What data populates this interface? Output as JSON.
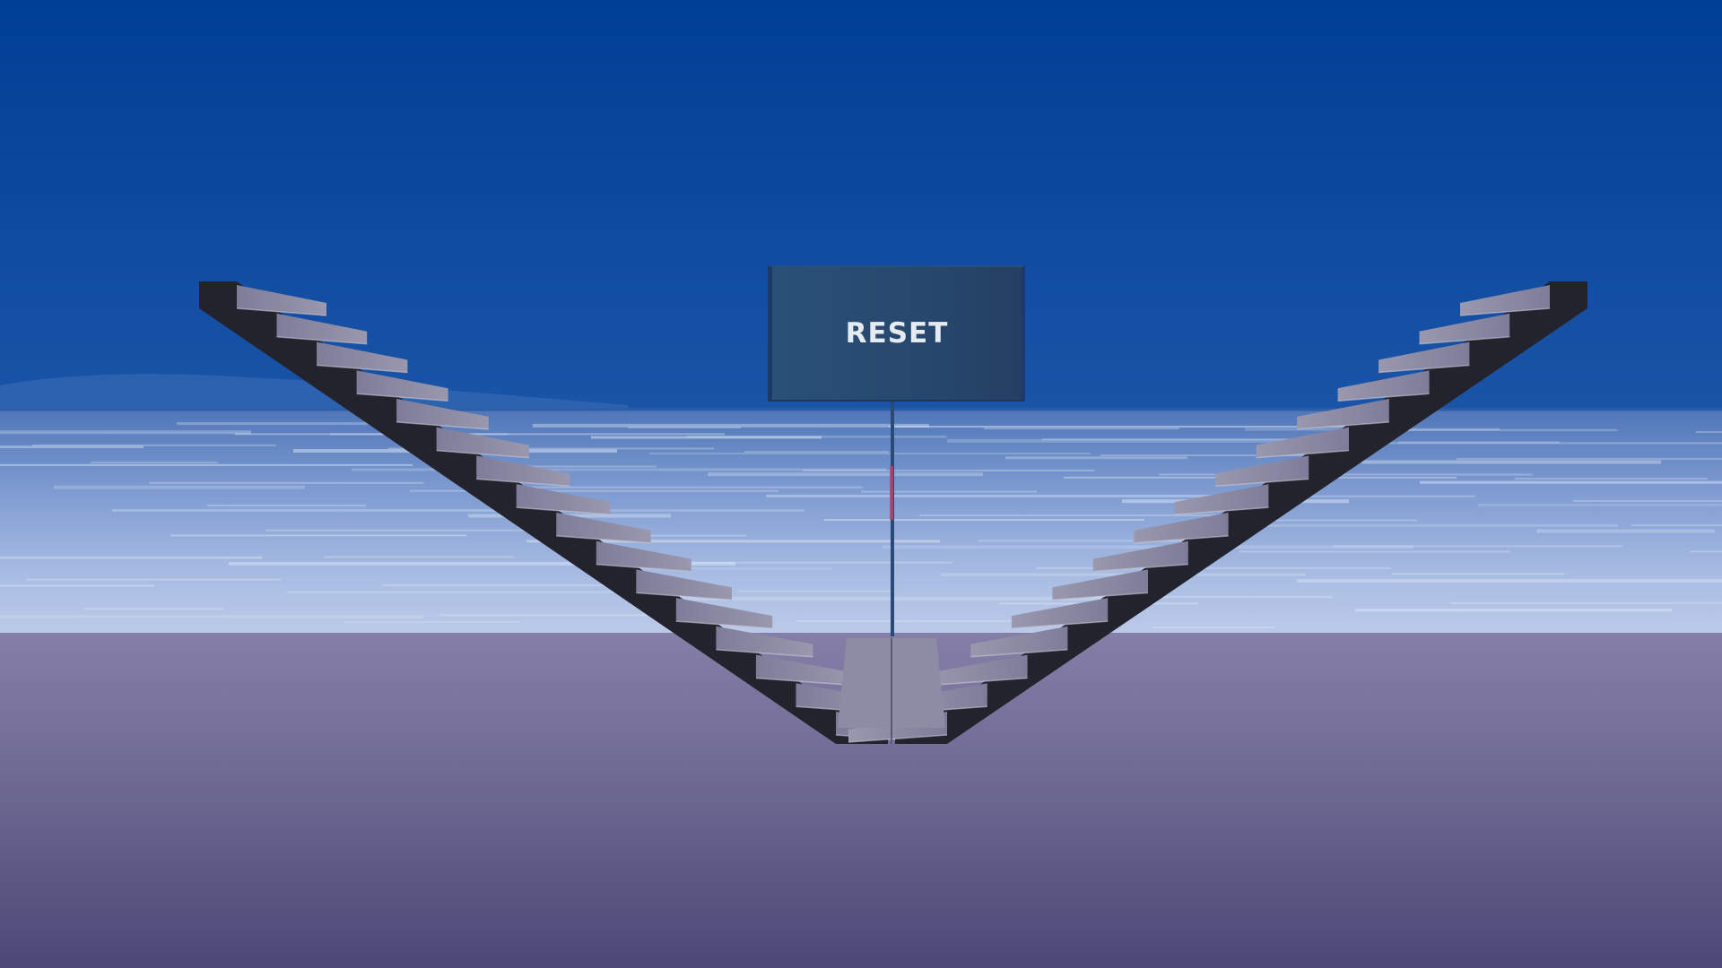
{
  "scene": {
    "reset_button": {
      "label": "RESET"
    },
    "colors": {
      "sky_top": "#003f96",
      "sky_horizon": "#1a53a6",
      "water_far": "#5a7fbd",
      "water_near": "#b9c8e6",
      "floor_top": "#847fa8",
      "floor_bottom": "#4a4775",
      "stair_tread": "#8c8aa2",
      "stair_side": "#23232d"
    },
    "staircases": {
      "left_steps": 16,
      "right_steps": 16
    }
  }
}
